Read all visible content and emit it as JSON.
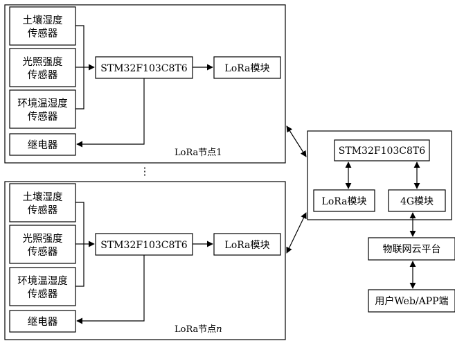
{
  "node1": {
    "soil_sensor": [
      "土壤湿度",
      "传感器"
    ],
    "light_sensor": [
      "光照强度",
      "传感器"
    ],
    "env_sensor": [
      "环境温湿度",
      "传感器"
    ],
    "relay": "继电器",
    "mcu": "STM32F103C8T6",
    "lora_module": "LoRa模块",
    "label_prefix": "LoRa节点",
    "label_suffix": "1"
  },
  "ellipsis": "⋮",
  "node2": {
    "soil_sensor": [
      "土壤湿度",
      "传感器"
    ],
    "light_sensor": [
      "光照强度",
      "传感器"
    ],
    "env_sensor": [
      "环境温湿度",
      "传感器"
    ],
    "relay": "继电器",
    "mcu": "STM32F103C8T6",
    "lora_module": "LoRa模块",
    "label_prefix": "LoRa节点",
    "label_suffix": "n"
  },
  "gateway": {
    "mcu": "STM32F103C8T6",
    "lora_module": "LoRa模块",
    "module_4g": "4G模块"
  },
  "iot_platform": "物联网云平台",
  "user_terminal": "用户Web/APP端"
}
